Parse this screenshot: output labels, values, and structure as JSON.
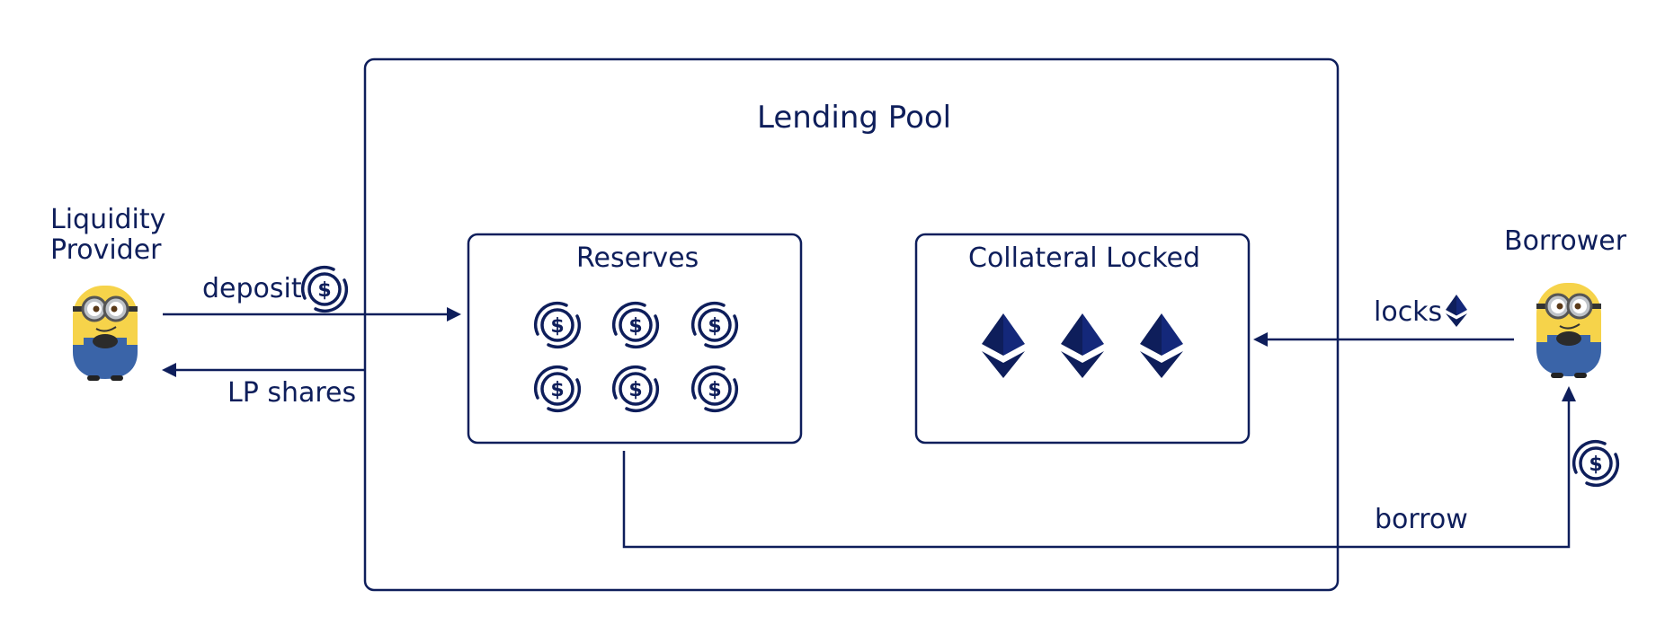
{
  "colors": {
    "primary": "#0e1e5b",
    "minion_yellow": "#f6d34a",
    "minion_blue": "#3a64a8"
  },
  "pool": {
    "title": "Lending Pool"
  },
  "reserves": {
    "title": "Reserves",
    "coin_count": 6,
    "icon": "usd-coin-icon"
  },
  "collateral": {
    "title": "Collateral Locked",
    "token_count": 3,
    "icon": "ethereum-icon"
  },
  "provider": {
    "name_line1": "Liquidity",
    "name_line2": "Provider"
  },
  "borrower": {
    "name": "Borrower"
  },
  "flows": {
    "deposit": "deposit",
    "lp_shares": "LP shares",
    "locks": "locks",
    "borrow": "borrow"
  }
}
